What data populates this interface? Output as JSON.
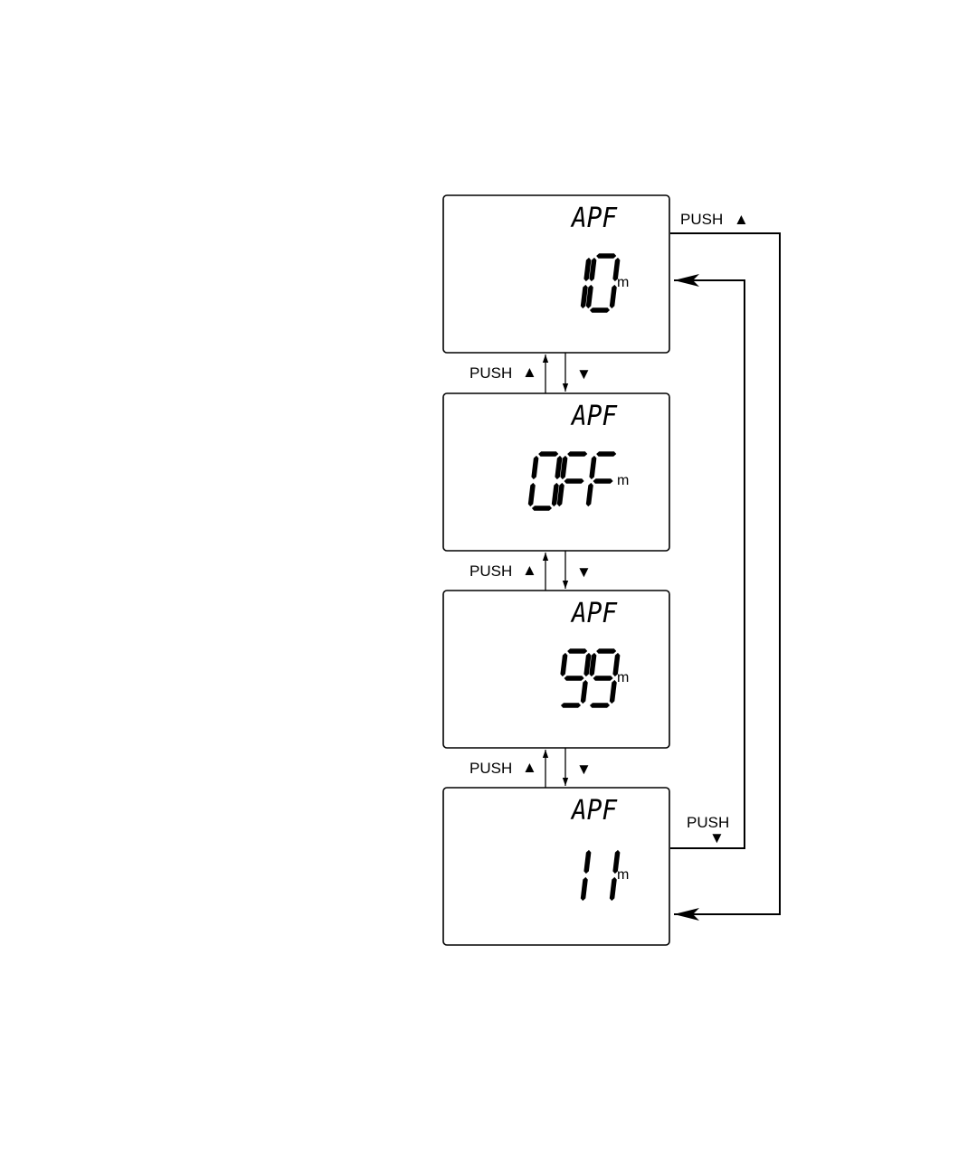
{
  "screens": [
    {
      "mode": "APF",
      "value": "10",
      "unit": "m"
    },
    {
      "mode": "APF",
      "value": "OFF",
      "unit": "m"
    },
    {
      "mode": "APF",
      "value": "99",
      "unit": "m"
    },
    {
      "mode": "APF",
      "value": "11",
      "unit": "m"
    }
  ],
  "transitions": {
    "between_left_label": "PUSH",
    "up_symbol": "▲",
    "down_symbol": "▼",
    "loop_top_label": "PUSH",
    "loop_bottom_label": "PUSH"
  }
}
